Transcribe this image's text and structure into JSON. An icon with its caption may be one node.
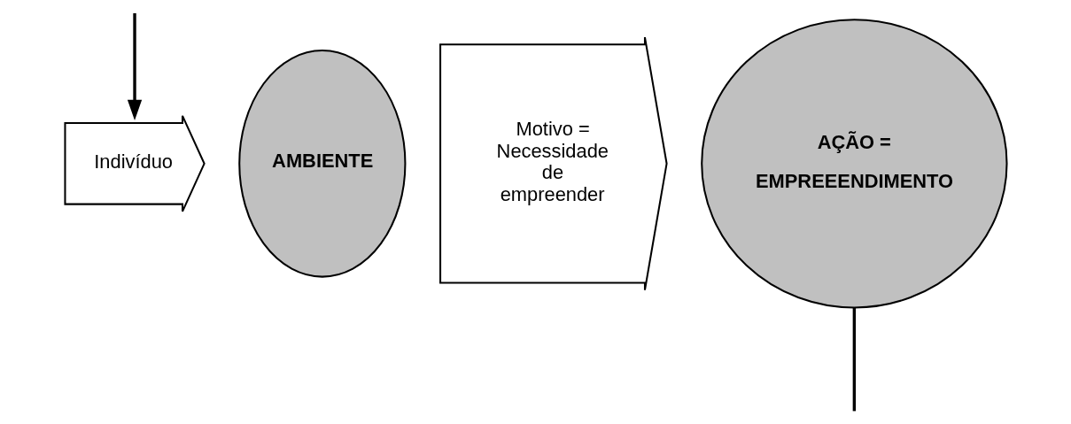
{
  "diagram": {
    "nodes": [
      {
        "text": [
          "Indivíduo"
        ]
      },
      {
        "text": [
          "AMBIENTE"
        ]
      },
      {
        "text": [
          "Motivo = Necessidade de empreender"
        ]
      },
      {
        "text": [
          "AÇÃO =",
          "EMPREEENDIMENTO"
        ]
      }
    ],
    "edges": [
      {
        "from": null,
        "to": 0,
        "arrow": "to"
      },
      {
        "from": 3,
        "to": null,
        "arrow": "none"
      }
    ]
  }
}
